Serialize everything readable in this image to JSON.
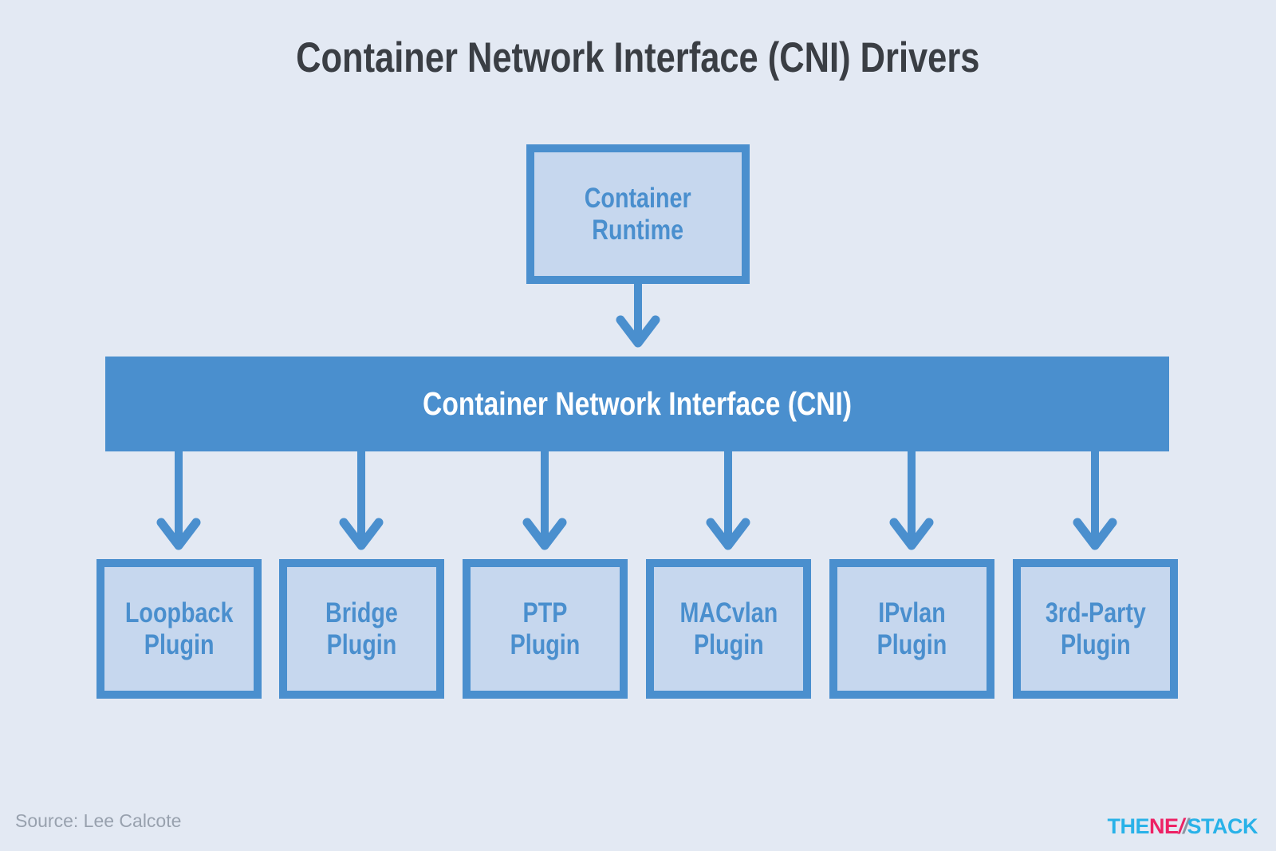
{
  "title": "Container Network Interface (CNI) Drivers",
  "diagram": {
    "runtime": {
      "line1": "Container",
      "line2": "Runtime"
    },
    "cni_bar": {
      "label": "Container Network Interface (CNI)"
    },
    "plugins": [
      {
        "line1": "Loopback",
        "line2": "Plugin"
      },
      {
        "line1": "Bridge",
        "line2": "Plugin"
      },
      {
        "line1": "PTP",
        "line2": "Plugin"
      },
      {
        "line1": "MACvlan",
        "line2": "Plugin"
      },
      {
        "line1": "IPvlan",
        "line2": "Plugin"
      },
      {
        "line1": "3rd-Party",
        "line2": "Plugin"
      }
    ]
  },
  "footer": {
    "source": "Source: Lee Calcote",
    "logo": {
      "the": "THE",
      "ne": "NE",
      "slash1": "/",
      "slash2": "/",
      "stack": "STACK"
    }
  },
  "colors": {
    "background": "#e3e9f3",
    "accent_blue": "#4a8fce",
    "box_fill": "#c6d7ee",
    "title_text": "#3a3e44",
    "bar_text": "#ffffff",
    "source_text": "#98a1ae",
    "logo_cyan": "#29b2e8",
    "logo_pink": "#ed2164",
    "logo_gray": "#8d95a2"
  }
}
